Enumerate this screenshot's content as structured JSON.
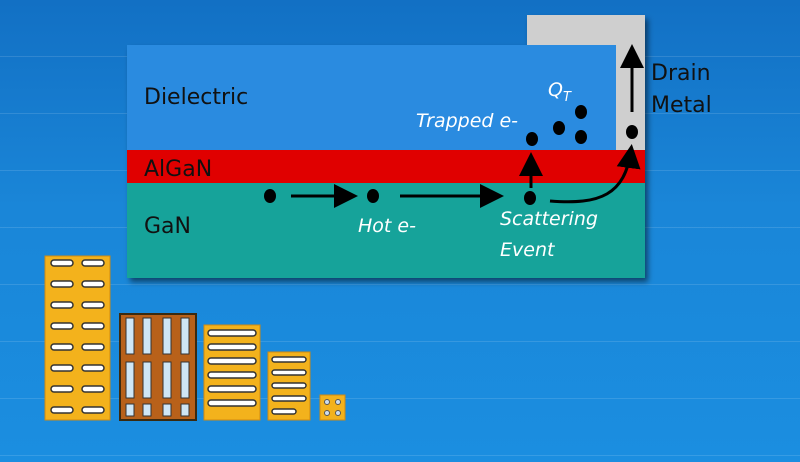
{
  "layers": {
    "dielectric": "Dielectric",
    "algan": "AlGaN",
    "gan": "GaN",
    "drain_line1": "Drain",
    "drain_line2": "Metal"
  },
  "annotations": {
    "hot": "Hot e-",
    "scatter_line1": "Scattering",
    "scatter_line2": "Event",
    "trapped": "Trapped e-",
    "charge": "Q",
    "charge_sub": "T"
  },
  "colors": {
    "dielectric": "#2b8be0",
    "algan": "#e00000",
    "gan": "#14a39a",
    "drain": "#cfcfcf",
    "chip": "#f3b21c"
  }
}
